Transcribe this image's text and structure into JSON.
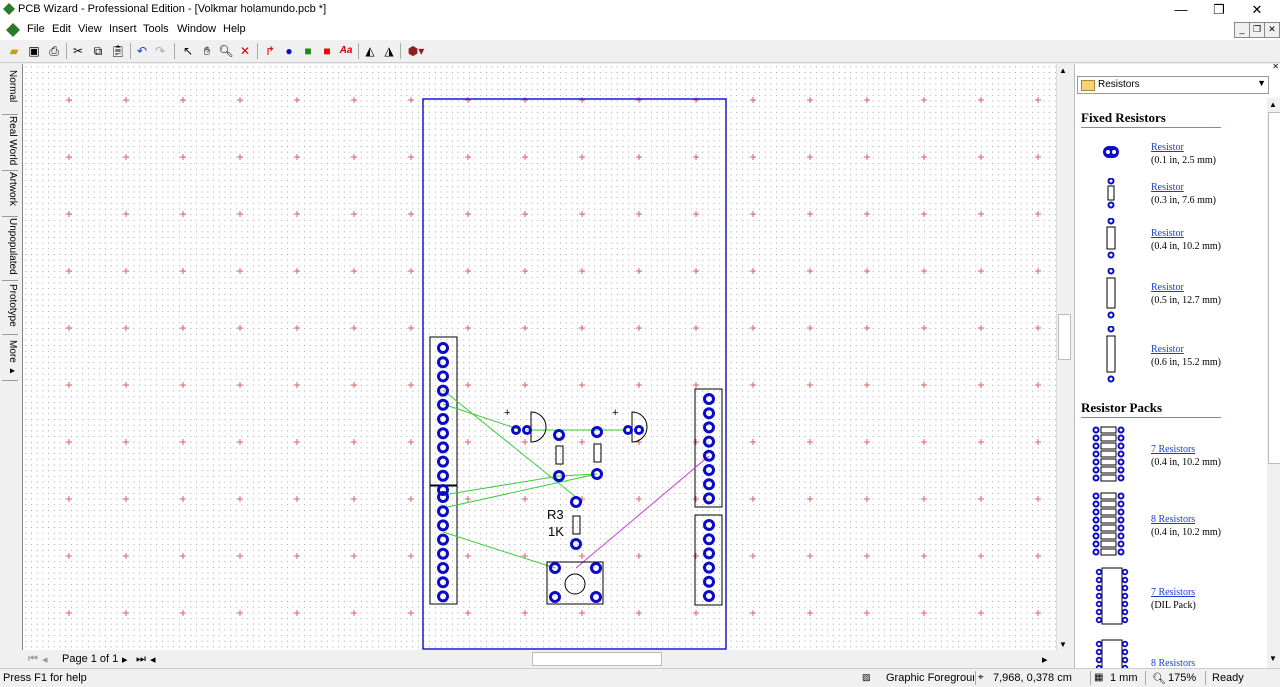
{
  "window": {
    "title": "PCB Wizard - Professional Edition - [Volkmar holamundo.pcb *]"
  },
  "menu": [
    "File",
    "Edit",
    "View",
    "Insert",
    "Tools",
    "Window",
    "Help"
  ],
  "left_tabs": [
    "Normal",
    "Real World",
    "Artwork",
    "Unpopulated",
    "Prototype",
    "More ▸"
  ],
  "canvas": {
    "labels": {
      "r3": "R3",
      "r3_value": "1K",
      "plus1": "+",
      "plus2": "+"
    }
  },
  "page_nav": {
    "label": "Page 1 of 1"
  },
  "right_panel": {
    "category": "Resistors",
    "sections": {
      "fixed": "Fixed Resistors",
      "packs": "Resistor Packs"
    },
    "fixed_items": [
      {
        "name": "Resistor",
        "size": "(0.1 in, 2.5 mm)"
      },
      {
        "name": "Resistor",
        "size": "(0.3 in, 7.6 mm)"
      },
      {
        "name": "Resistor",
        "size": "(0.4 in, 10.2 mm)"
      },
      {
        "name": "Resistor",
        "size": "(0.5 in, 12.7 mm)"
      },
      {
        "name": "Resistor",
        "size": "(0.6 in, 15.2 mm)"
      }
    ],
    "pack_items": [
      {
        "name": "7 Resistors",
        "size": "(0.4 in, 10.2 mm)"
      },
      {
        "name": "8 Resistors",
        "size": "(0.4 in, 10.2 mm)"
      },
      {
        "name": "7 Resistors",
        "size": "(DIL Pack)"
      },
      {
        "name": "8 Resistors",
        "size": ""
      }
    ]
  },
  "status": {
    "help": "Press F1 for help",
    "layer": "Graphic Foregrounc",
    "coords": "7,968, 0,378 cm",
    "grid": "1 mm",
    "zoom": "175%",
    "state": "Ready"
  },
  "colors": {
    "board_outline": "#1a1ad6",
    "pad": "#0a0ac8",
    "track_green": "#3ccc3c",
    "track_magenta": "#d23cd2",
    "link": "#1a3bd1"
  }
}
